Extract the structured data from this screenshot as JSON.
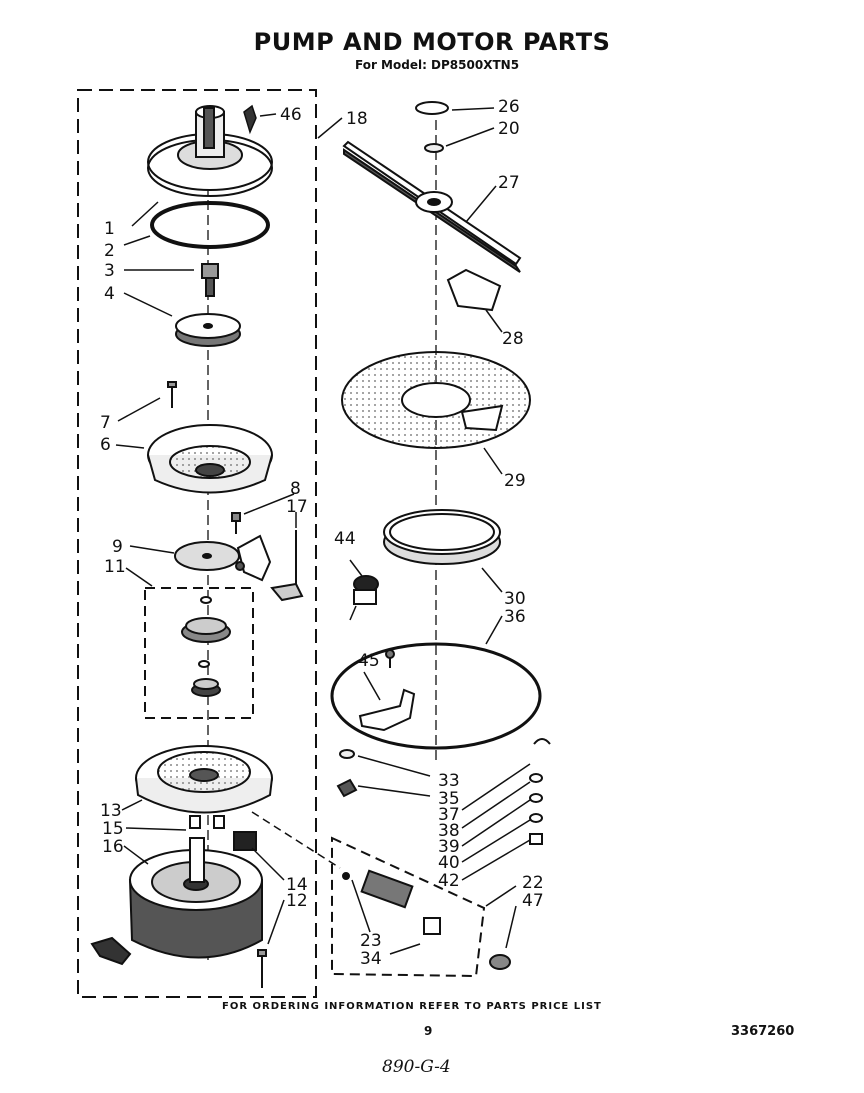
{
  "title": "PUMP AND MOTOR PARTS",
  "subtitle": "For Model: DP8500XTN5",
  "footer_note": "FOR ORDERING INFORMATION REFER TO PARTS PRICE LIST",
  "page_number": "9",
  "document_number": "3367260",
  "handwritten_note": "890-G-4",
  "part_labels": {
    "p1": "1",
    "p2": "2",
    "p3": "3",
    "p4": "4",
    "p6": "6",
    "p7": "7",
    "p8": "8",
    "p9": "9",
    "p11": "11",
    "p12": "12",
    "p13": "13",
    "p14": "14",
    "p15": "15",
    "p16": "16",
    "p17": "17",
    "p18": "18",
    "p20": "20",
    "p22": "22",
    "p23": "23",
    "p26": "26",
    "p27": "27",
    "p28": "28",
    "p29": "29",
    "p30": "30",
    "p33": "33",
    "p34": "34",
    "p35": "35",
    "p36": "36",
    "p37": "37",
    "p38": "38",
    "p39": "39",
    "p40": "40",
    "p42": "42",
    "p44": "44",
    "p45": "45",
    "p46": "46",
    "p47": "47"
  }
}
